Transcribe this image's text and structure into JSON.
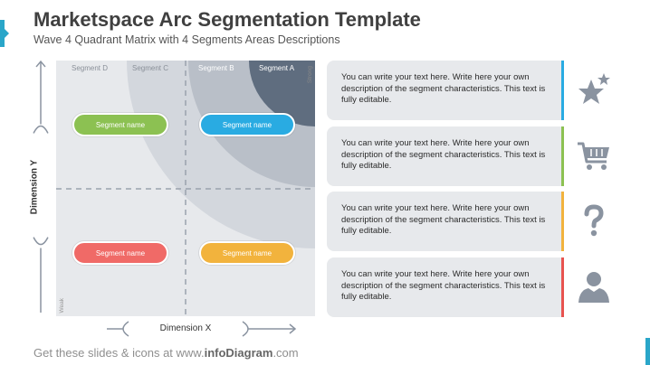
{
  "header": {
    "title": "Marketspace Arc Segmentation Template",
    "subtitle": "Wave 4 Quadrant Matrix with 4 Segments Areas Descriptions"
  },
  "matrix": {
    "segment_labels": [
      "Segment D",
      "Segment C",
      "Segment B",
      "Segment A"
    ],
    "strong_label": "Strong",
    "weak_label": "Weak",
    "pills": [
      {
        "label": "Segment name",
        "color": "#8cc152"
      },
      {
        "label": "Segment name",
        "color": "#29abe2"
      },
      {
        "label": "Segment name",
        "color": "#f06a67"
      },
      {
        "label": "Segment name",
        "color": "#f2b33d"
      }
    ],
    "arc_colors": [
      "#d3d7dd",
      "#b9bfc8",
      "#9aa2ad",
      "#5f6d7f"
    ]
  },
  "axes": {
    "y_label": "Dimension Y",
    "x_label": "Dimension X"
  },
  "descriptions": [
    {
      "text": "You can write your text here. Write here your own description of the segment characteristics. This text is fully editable.",
      "bar_color": "#29abe2",
      "icon": "star-icon"
    },
    {
      "text": "You can write your text here. Write here your own description of the segment characteristics. This text is fully editable.",
      "bar_color": "#8cc152",
      "icon": "shopping-cart-icon"
    },
    {
      "text": "You can write your text here. Write here your own description of the segment characteristics. This text is fully editable.",
      "bar_color": "#f2b33d",
      "icon": "question-mark-icon"
    },
    {
      "text": "You can write your text here. Write here your own description of the segment characteristics. This text is fully editable.",
      "bar_color": "#e8534f",
      "icon": "person-icon"
    }
  ],
  "footer": {
    "prefix": "Get these slides & icons at www.",
    "brand": "infoDiagram",
    "suffix": ".com"
  }
}
